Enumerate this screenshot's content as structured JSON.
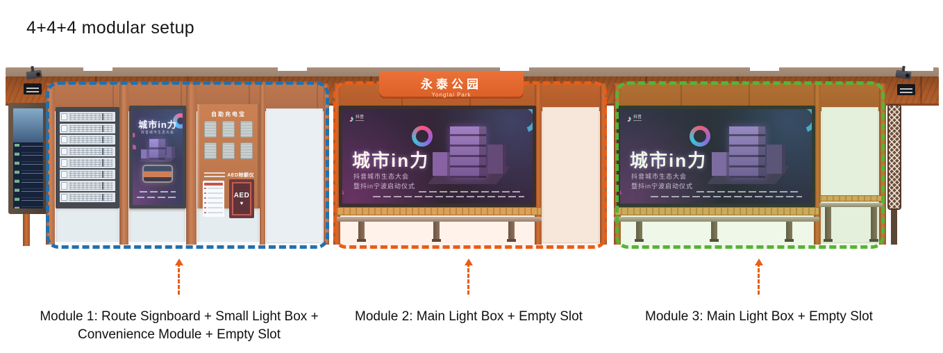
{
  "page": {
    "title": "4+4+4 modular setup"
  },
  "station_sign": {
    "name_zh": "永泰公园",
    "name_en": "Yongtai Park"
  },
  "poster": {
    "brand": "抖音",
    "title": "城市in力",
    "subtitle_line1": "抖音城市生态大会",
    "subtitle_line2": "暨抖in宁波启动仪式"
  },
  "convenience": {
    "title": "自助充电宝",
    "aed_label": "AED除颤仪",
    "aed_box_text": "AED",
    "aed_heart_icon": "♥"
  },
  "modules": [
    {
      "label_line1": "Module 1: Route Signboard + Small Light Box +",
      "label_line2": "Convenience Module + Empty Slot",
      "border_color": "#2271ad"
    },
    {
      "label_line1": "Module 2: Main Light Box + Empty Slot",
      "label_line2": "",
      "border_color": "#ea5d17"
    },
    {
      "label_line1": "Module 3: Main Light Box + Empty Slot",
      "label_line2": "",
      "border_color": "#57b334"
    }
  ],
  "colors": {
    "shelter_orange": "#b7622f",
    "sign_orange": "#e2682f",
    "arrow_orange": "#ea5d17"
  }
}
